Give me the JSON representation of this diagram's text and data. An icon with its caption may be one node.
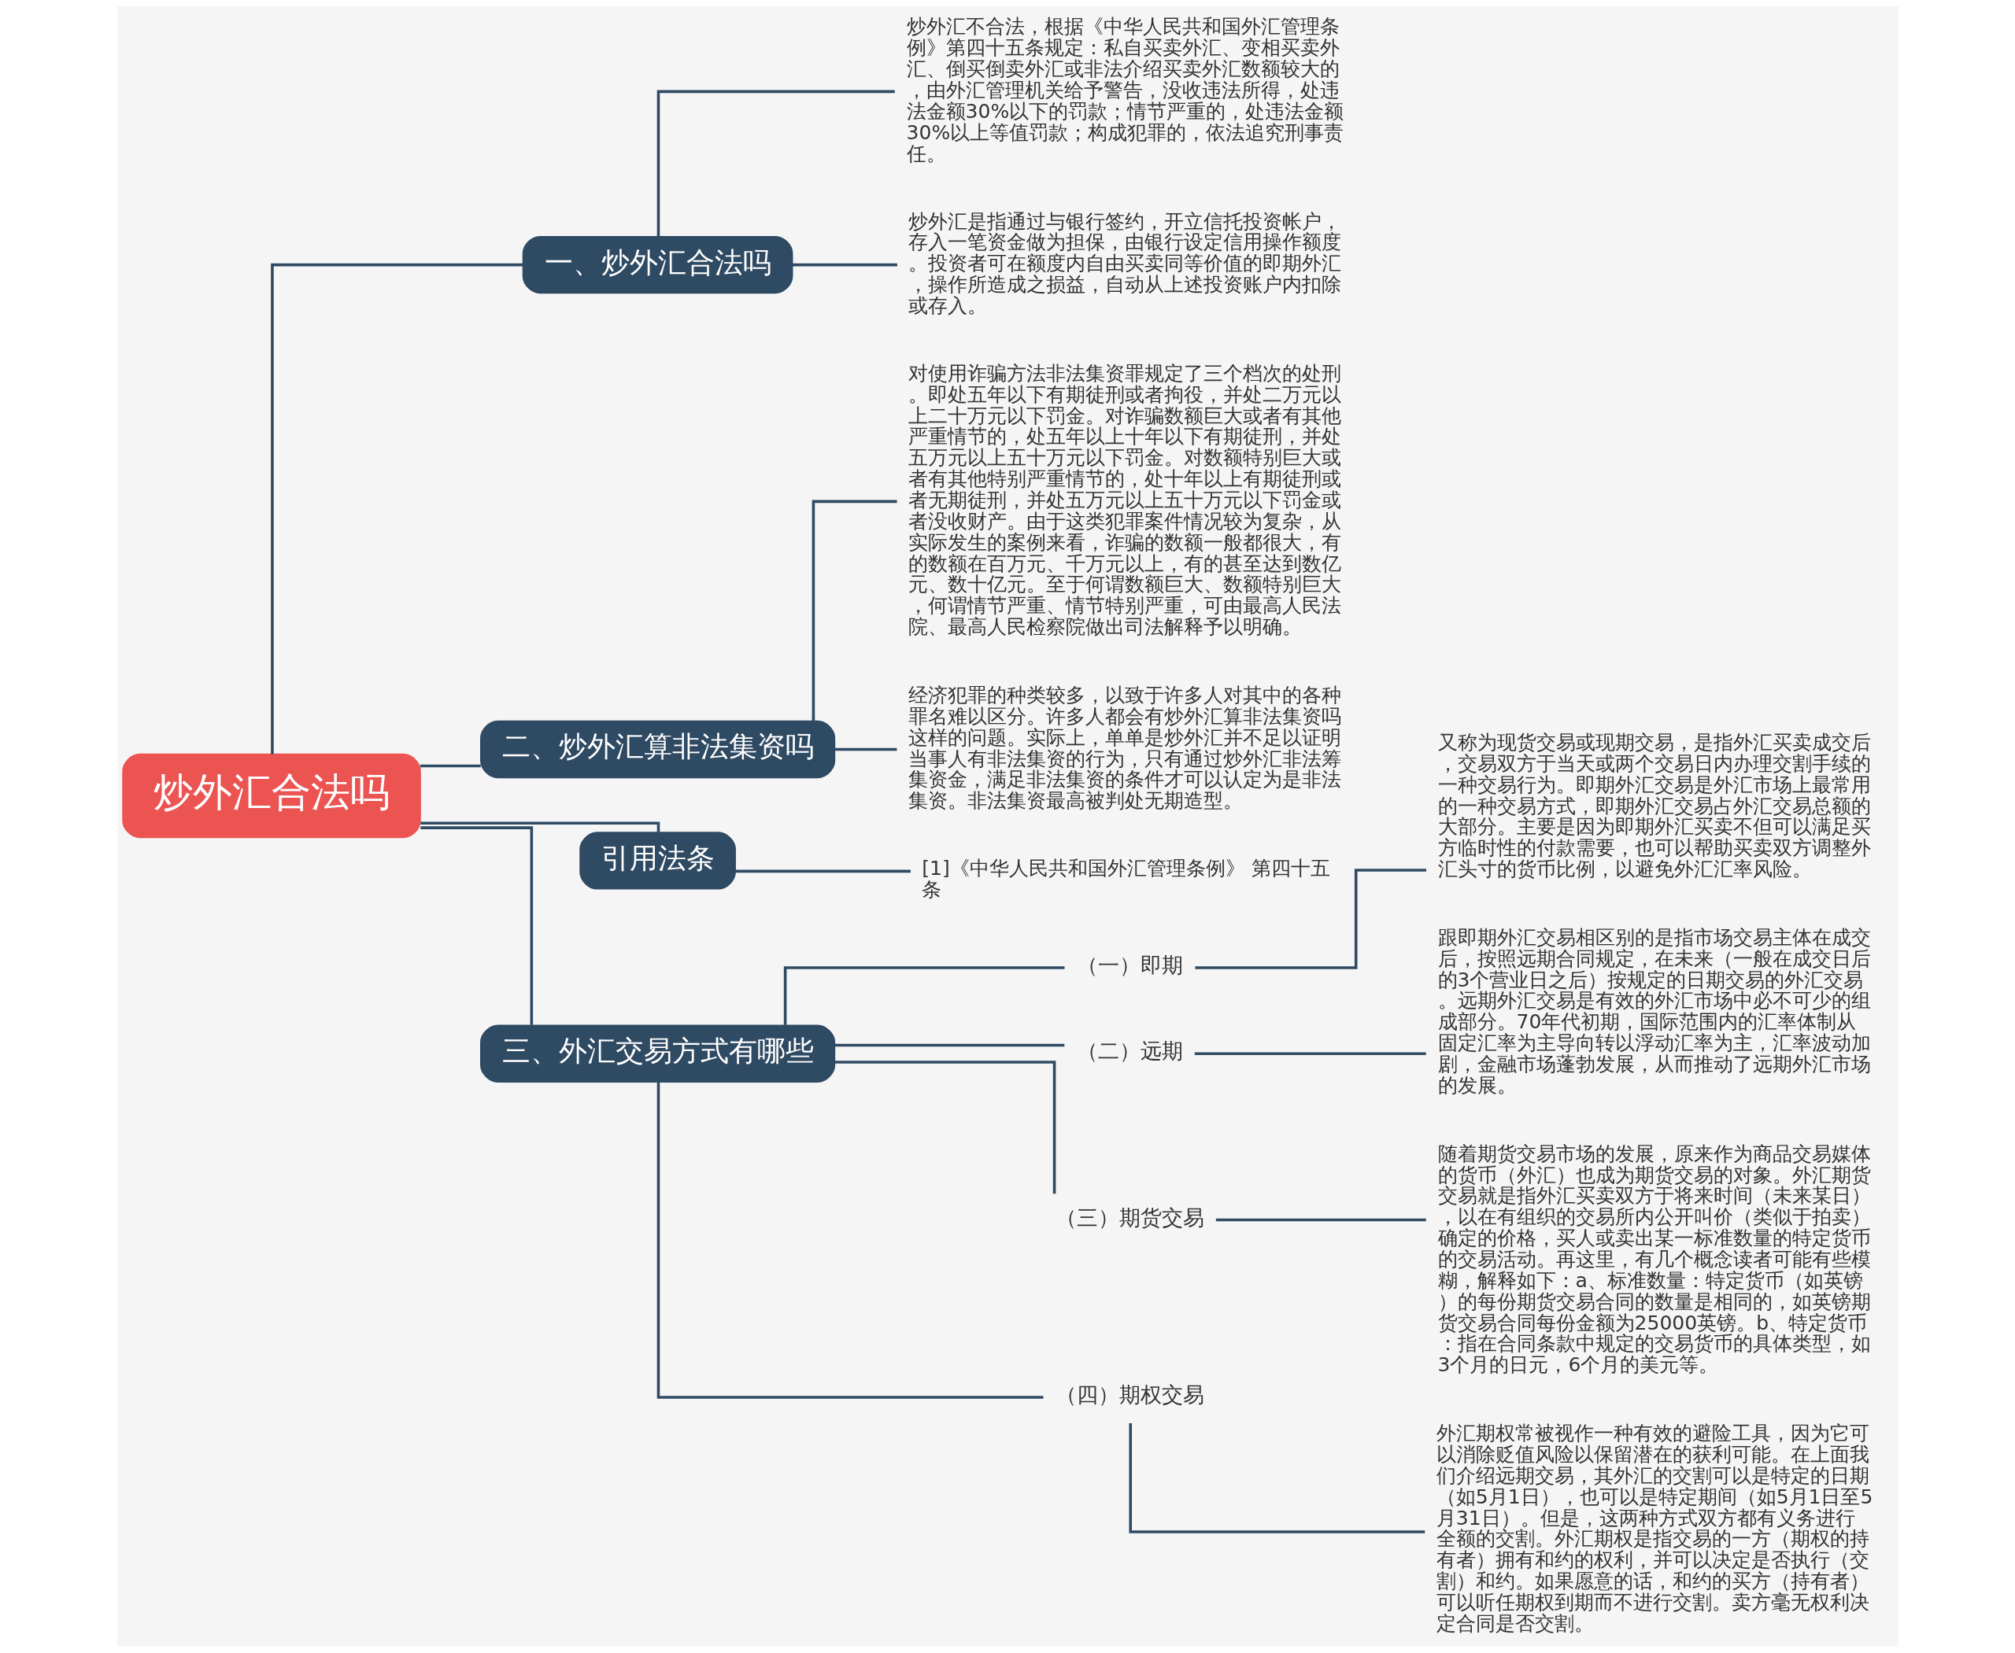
{
  "diagram": {
    "nodes": [
      {
        "text": [
          "炒外汇合法吗"
        ]
      },
      {
        "text": [
          "一、炒外汇合法吗"
        ]
      },
      {
        "text": [
          "炒外汇不合法，根据《中华人民共和国外汇管理条例》第四十五条规定：私自买卖外汇、变相买卖外汇、倒买倒卖外汇或非法介绍买卖外汇数额较大的，由外汇管理机关给予警告，没收违法所得，处违法金额30%以下的罚款；情节严重的，处违法金额30%以上等值罚款；构成犯罪的，依法追究刑事责任。"
        ]
      },
      {
        "text": [
          "炒外汇是指通过与银行签约，开立信托投资帐户，存入一笔资金做为担保，由银行设定信用操作额度。投资者可在额度内自由买卖同等价值的即期外汇，操作所造成之损益，自动从上述投资账户内扣除或存入。"
        ]
      },
      {
        "text": [
          "二、炒外汇算非法集资吗"
        ]
      },
      {
        "text": [
          "对使用诈骗方法非法集资罪规定了三个档次的处刑。即处五年以下有期徒刑或者拘役，并处二万元以上二十万元以下罚金。对诈骗数额巨大或者有其他严重情节的，处五年以上十年以下有期徒刑，并处五万元以上五十万元以下罚金。对数额特别巨大或者有其他特别严重情节的，处十年以上有期徒刑或者无期徒刑，并处五万元以上五十万元以下罚金或者没收财产。由于这类犯罪案件情况较为复杂，从实际发生的案例来看，诈骗的数额一般都很大，有的数额在百万元、千万元以上，有的甚至达到数亿元、数十亿元。至于何谓数额巨大、数额特别巨大，何谓情节严重、情节特别严重，可由最高人民法院、最高人民检察院做出司法解释予以明确。"
        ]
      },
      {
        "text": [
          "经济犯罪的种类较多，以致于许多人对其中的各种罪名难以区分。许多人都会有炒外汇算非法集资吗这样的问题。实际上，单单是炒外汇并不足以证明当事人有非法集资的行为，只有通过炒外汇非法筹集资金，满足非法集资的条件才可以认定为是非法集资。非法集资最高被判处无期造型。"
        ]
      },
      {
        "text": [
          "引用法条"
        ]
      },
      {
        "text": [
          "[1]《中华人民共和国外汇管理条例》 第四十五条"
        ]
      },
      {
        "text": [
          "三、外汇交易方式有哪些"
        ]
      },
      {
        "text": [
          "（一）即期"
        ]
      },
      {
        "text": [
          "又称为现货交易或现期交易，是指外汇买卖成交后，交易双方于当天或两个交易日内办理交割手续的一种交易行为。即期外汇交易是外汇市场上最常用的一种交易方式，即期外汇交易占外汇交易总额的大部分。主要是因为即期外汇买卖不但可以满足买方临时性的付款需要，也可以帮助买卖双方调整外汇头寸的货币比例，以避免外汇汇率风险。"
        ]
      },
      {
        "text": [
          "（二）远期"
        ]
      },
      {
        "text": [
          "跟即期外汇交易相区别的是指市场交易主体在成交后，按照远期合同规定，在未来（一般在成交日后的3个营业日之后）按规定的日期交易的外汇交易。远期外汇交易是有效的外汇市场中必不可少的组成部分。70年代初期，国际范围内的汇率体制从固定汇率为主导向转以浮动汇率为主，汇率波动加剧，金融市场蓬勃发展，从而推动了远期外汇市场的发展。"
        ]
      },
      {
        "text": [
          "（三）期货交易"
        ]
      },
      {
        "text": [
          "随着期货交易市场的发展，原来作为商品交易媒体的货币（外汇）也成为期货交易的对象。外汇期货交易就是指外汇买卖双方于将来时间（未来某日），以在有组织的交易所内公开叫价（类似于拍卖）确定的价格，买人或卖出某一标准数量的特定货币的交易活动。再这里，有几个概念读者可能有些模糊，解释如下：a、标准数量：特定货币（如英镑）的每份期货交易合同的数量是相同的，如英镑期货交易合同每份金额为25000英镑。b、特定货币：指在合同条款中规定的交易货币的具体类型，如3个月的日元，6个月的美元等。"
        ]
      },
      {
        "text": [
          "（四）期权交易"
        ]
      },
      {
        "text": [
          "外汇期权常被视作一种有效的避险工具，因为它可以消除贬值风险以保留潜在的获利可能。在上面我们介绍远期交易，其外汇的交割可以是特定的日期（如5月1日），也可以是特定期间（如5月1日至5月31日）。但是，这两种方式双方都有义务进行全额的交割。外汇期权是指交易的一方（期权的持有者）拥有和约的权利，并可以决定是否执行（交割）和约。如果愿意的话，和约的买方（持有者）可以听任期权到期而不进行交割。卖方毫无权利决定合同是否交割。"
        ]
      }
    ],
    "edges": [
      {
        "from": 0,
        "to": 1,
        "arrow": "none"
      },
      {
        "from": 1,
        "to": 2,
        "arrow": "none"
      },
      {
        "from": 1,
        "to": 3,
        "arrow": "none"
      },
      {
        "from": 0,
        "to": 4,
        "arrow": "none"
      },
      {
        "from": 4,
        "to": 5,
        "arrow": "none"
      },
      {
        "from": 4,
        "to": 6,
        "arrow": "none"
      },
      {
        "from": 0,
        "to": 7,
        "arrow": "none"
      },
      {
        "from": 7,
        "to": 8,
        "arrow": "none"
      },
      {
        "from": 0,
        "to": 9,
        "arrow": "none"
      },
      {
        "from": 9,
        "to": 10,
        "arrow": "none"
      },
      {
        "from": 10,
        "to": 11,
        "arrow": "none"
      },
      {
        "from": 9,
        "to": 12,
        "arrow": "none"
      },
      {
        "from": 12,
        "to": 13,
        "arrow": "none"
      },
      {
        "from": 9,
        "to": 14,
        "arrow": "none"
      },
      {
        "from": 14,
        "to": 15,
        "arrow": "none"
      },
      {
        "from": 9,
        "to": 16,
        "arrow": "none"
      },
      {
        "from": 16,
        "to": 17,
        "arrow": "none"
      }
    ]
  }
}
